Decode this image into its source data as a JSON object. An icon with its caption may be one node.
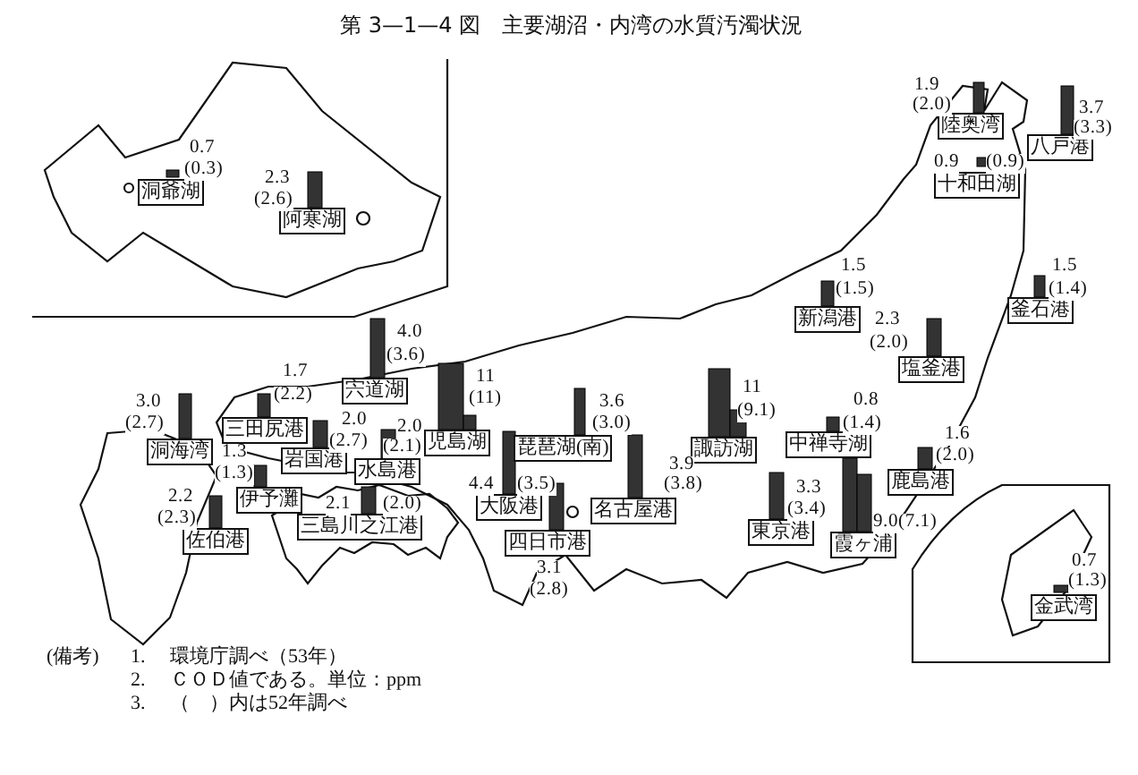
{
  "diagram": {
    "title": "第 3—1—4 図　主要湖沼・内湾の水質汚濁状況",
    "nodes": [
      {
        "text": [
          "洞爺湖"
        ],
        "beside": [
          "0.7",
          "(0.3)"
        ]
      },
      {
        "text": [
          "阿寒湖"
        ],
        "beside": [
          "2.3",
          "(2.6)"
        ]
      },
      {
        "text": [
          "陸奥湾"
        ],
        "beside": [
          "1.9",
          "(2.0)"
        ]
      },
      {
        "text": [
          "八戸港"
        ],
        "beside": [
          "3.7",
          "(3.3)"
        ]
      },
      {
        "text": [
          "十和田湖"
        ],
        "beside": [
          "0.9",
          "(0.9)"
        ]
      },
      {
        "text": [
          "新潟港"
        ],
        "beside": [
          "1.5",
          "(1.5)"
        ]
      },
      {
        "text": [
          "釜石港"
        ],
        "beside": [
          "1.5",
          "(1.4)"
        ]
      },
      {
        "text": [
          "塩釜港"
        ],
        "beside": [
          "2.3",
          "(2.0)"
        ]
      },
      {
        "text": [
          "宍道湖"
        ],
        "beside": [
          "4.0",
          "(3.6)"
        ]
      },
      {
        "text": [
          "三田尻港"
        ],
        "beside": [
          "1.7",
          "(2.2)"
        ]
      },
      {
        "text": [
          "洞海湾"
        ],
        "beside": [
          "3.0",
          "(2.7)"
        ]
      },
      {
        "text": [
          "児島湖"
        ],
        "beside": [
          "11",
          "(11)"
        ]
      },
      {
        "text": [
          "岩国港"
        ],
        "beside": [
          "2.0",
          "(2.7)"
        ]
      },
      {
        "text": [
          "水島港"
        ],
        "beside": [
          "2.0",
          "(2.1)"
        ]
      },
      {
        "text": [
          "琵琶湖(南)"
        ],
        "beside": [
          "3.6",
          "(3.0)"
        ]
      },
      {
        "text": [
          "諏訪湖"
        ],
        "beside": [
          "11",
          "(9.1)"
        ]
      },
      {
        "text": [
          "中禅寺湖"
        ],
        "beside": [
          "0.8",
          "(1.4)"
        ]
      },
      {
        "text": [
          "鹿島港"
        ],
        "beside": [
          "1.6",
          "(2.0)"
        ]
      },
      {
        "text": [
          "伊予灘"
        ],
        "beside": [
          "1.3",
          "(1.3)"
        ]
      },
      {
        "text": [
          "大阪港"
        ],
        "beside": [
          "4.4",
          "(3.5)"
        ]
      },
      {
        "text": [
          "名古屋港"
        ],
        "beside": [
          "3.9",
          "(3.8)"
        ]
      },
      {
        "text": [
          "三島川之江港"
        ],
        "beside": [
          "2.1",
          "(2.0)"
        ]
      },
      {
        "text": [
          "東京港"
        ],
        "beside": [
          "3.3",
          "(3.4)"
        ]
      },
      {
        "text": [
          "佐伯港"
        ],
        "beside": [
          "2.2",
          "(2.3)"
        ]
      },
      {
        "text": [
          "四日市港"
        ],
        "beside": [
          "3.1",
          "(2.8)"
        ]
      },
      {
        "text": [
          "霞ヶ浦"
        ],
        "beside": [
          "9.0(7.1)"
        ]
      },
      {
        "text": [
          "金武湾"
        ],
        "beside": [
          "0.7",
          "(1.3)"
        ]
      }
    ],
    "labels": [
      "(備考)",
      "1.",
      "環境庁調べ（53年）",
      "2.",
      "ＣＯＤ値である。単位：ppm",
      "3.",
      "（　）内は52年調べ"
    ]
  }
}
